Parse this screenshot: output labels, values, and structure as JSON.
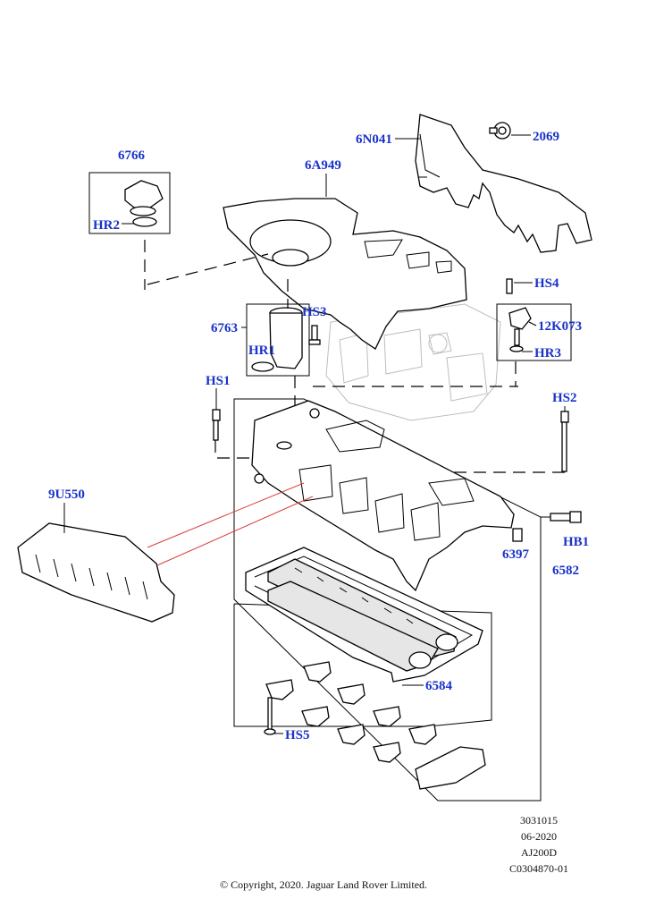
{
  "diagram": {
    "label_color": "#1a33c9",
    "hatch_color": "#d94040",
    "parts": [
      {
        "id": "6N041",
        "label": "6N041"
      },
      {
        "id": "2069",
        "label": "2069"
      },
      {
        "id": "6766",
        "label": "6766"
      },
      {
        "id": "6A949",
        "label": "6A949"
      },
      {
        "id": "HR2",
        "label": "HR2"
      },
      {
        "id": "HS4",
        "label": "HS4"
      },
      {
        "id": "6763",
        "label": "6763"
      },
      {
        "id": "HS3",
        "label": "HS3"
      },
      {
        "id": "12K073",
        "label": "12K073"
      },
      {
        "id": "HR1",
        "label": "HR1"
      },
      {
        "id": "HR3",
        "label": "HR3"
      },
      {
        "id": "HS1",
        "label": "HS1"
      },
      {
        "id": "HS2",
        "label": "HS2"
      },
      {
        "id": "9U550",
        "label": "9U550"
      },
      {
        "id": "HB1",
        "label": "HB1"
      },
      {
        "id": "6397",
        "label": "6397"
      },
      {
        "id": "6582",
        "label": "6582"
      },
      {
        "id": "6584",
        "label": "6584"
      },
      {
        "id": "HS5",
        "label": "HS5"
      }
    ]
  },
  "meta": {
    "number": "3031015",
    "date": "06-2020",
    "engine": "AJ200D",
    "ref": "C0304870-01"
  },
  "copyright": "© Copyright, 2020. Jaguar Land Rover Limited."
}
